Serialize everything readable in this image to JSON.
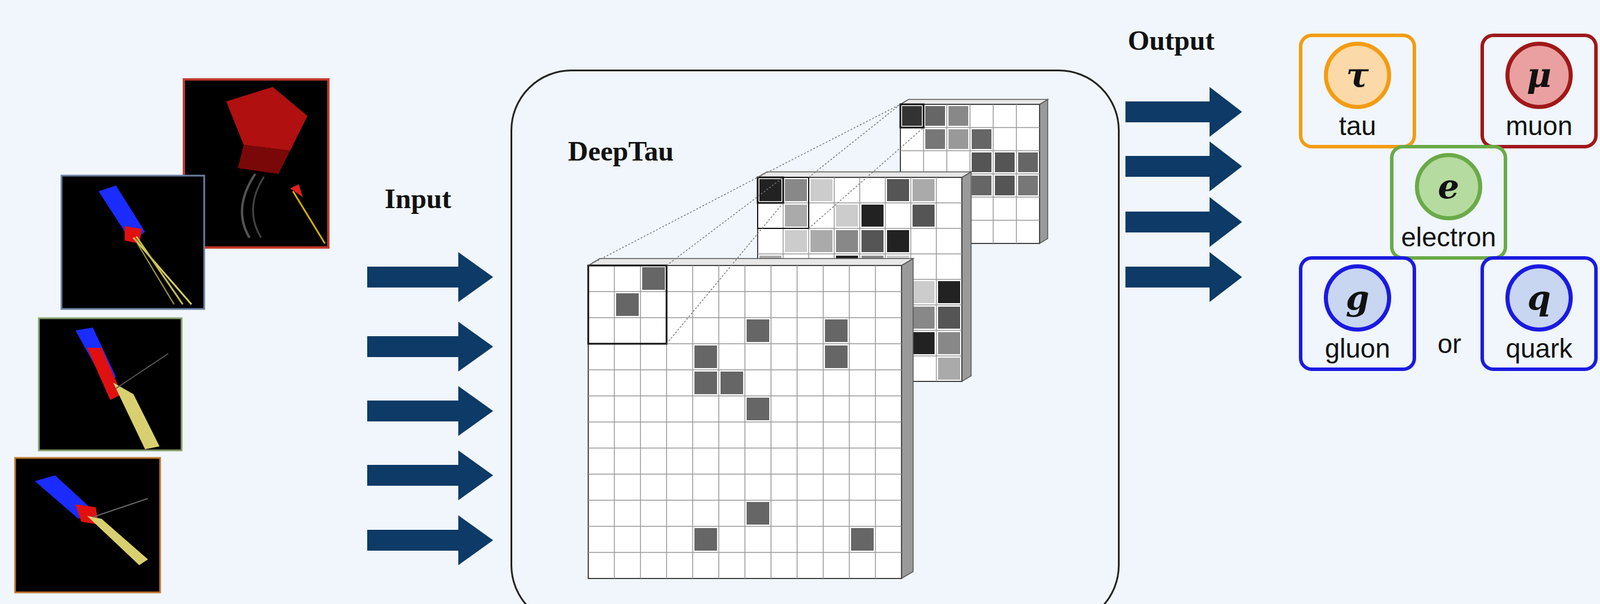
{
  "diagram": {
    "nodes": [
      {
        "text": [
          "DeepTau"
        ]
      },
      {
        "text": [
          "τ",
          "tau"
        ]
      },
      {
        "text": [
          "μ",
          "muon"
        ]
      },
      {
        "text": [
          "e",
          "electron"
        ]
      },
      {
        "text": [
          "g",
          "gluon"
        ]
      },
      {
        "text": [
          "q",
          "quark"
        ]
      }
    ],
    "edges": [],
    "labels": [
      "Input",
      "Output",
      "or"
    ]
  }
}
